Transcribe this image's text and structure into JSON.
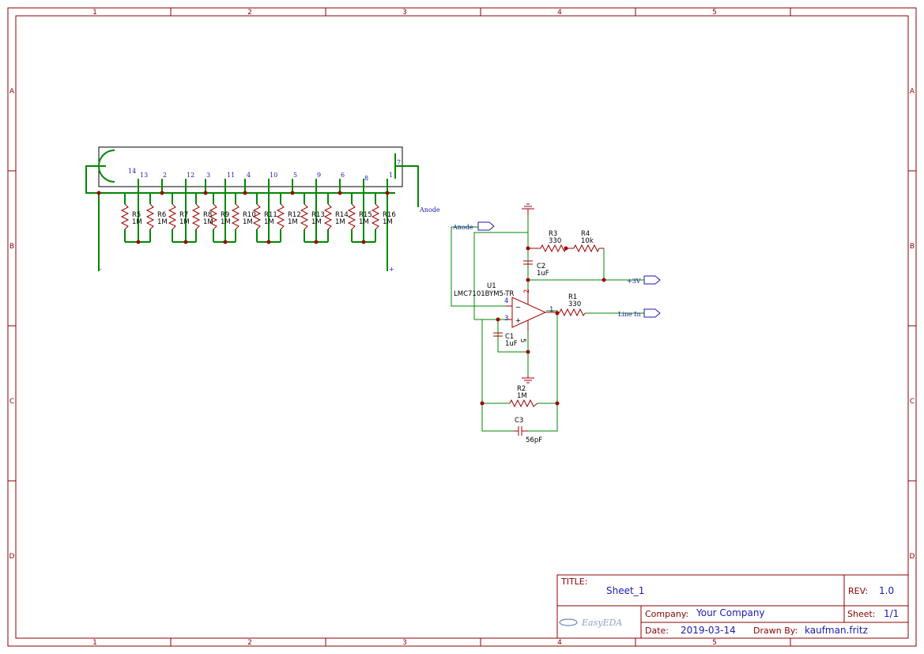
{
  "frame": {
    "columns": [
      "1",
      "2",
      "3",
      "4",
      "5"
    ],
    "rows": [
      "A",
      "B",
      "C",
      "D"
    ]
  },
  "tube": {
    "pins": [
      "14",
      "13",
      "2",
      "12",
      "3",
      "11",
      "4",
      "10",
      "5",
      "9",
      "6",
      "8",
      "1",
      "7"
    ],
    "anode_label": "Anode",
    "minus": "-",
    "plus": "+"
  },
  "resistor_bank": [
    {
      "ref": "R5",
      "value": "1M"
    },
    {
      "ref": "R6",
      "value": "1M"
    },
    {
      "ref": "R7",
      "value": "1M"
    },
    {
      "ref": "R8",
      "value": "1M"
    },
    {
      "ref": "R9",
      "value": "1M"
    },
    {
      "ref": "R10",
      "value": "1M"
    },
    {
      "ref": "R11",
      "value": "1M"
    },
    {
      "ref": "R12",
      "value": "1M"
    },
    {
      "ref": "R13",
      "value": "1M"
    },
    {
      "ref": "R14",
      "value": "1M"
    },
    {
      "ref": "R15",
      "value": "1M"
    },
    {
      "ref": "R16",
      "value": "1M"
    }
  ],
  "amp": {
    "anode_port": "Anode",
    "vcc_port": "+3V",
    "line_in_port": "Line In",
    "u1_ref": "U1",
    "u1_part": "LMC7101BYM5-TR",
    "u1_pins": {
      "p1": "1",
      "p2": "2",
      "p3": "3",
      "p4": "4",
      "p5": "5",
      "minus": "−",
      "plus": "+"
    },
    "r1": {
      "ref": "R1",
      "value": "330"
    },
    "r2": {
      "ref": "R2",
      "value": "1M"
    },
    "r3": {
      "ref": "R3",
      "value": "330"
    },
    "r4": {
      "ref": "R4",
      "value": "10k"
    },
    "c1": {
      "ref": "C1",
      "value": "1uF"
    },
    "c2": {
      "ref": "C2",
      "value": "1uF"
    },
    "c3": {
      "ref": "C3",
      "value": "56pF"
    }
  },
  "title_block": {
    "title_key": "TITLE:",
    "title": "Sheet_1",
    "rev_key": "REV:",
    "rev": "1.0",
    "company_key": "Company:",
    "company": "Your Company",
    "sheet_key": "Sheet:",
    "sheet": "1/1",
    "date_key": "Date:",
    "date": "2019-03-14",
    "drawn_key": "Drawn By:",
    "drawn_by": "kaufman.fritz",
    "logo_text": "EasyEDA"
  }
}
